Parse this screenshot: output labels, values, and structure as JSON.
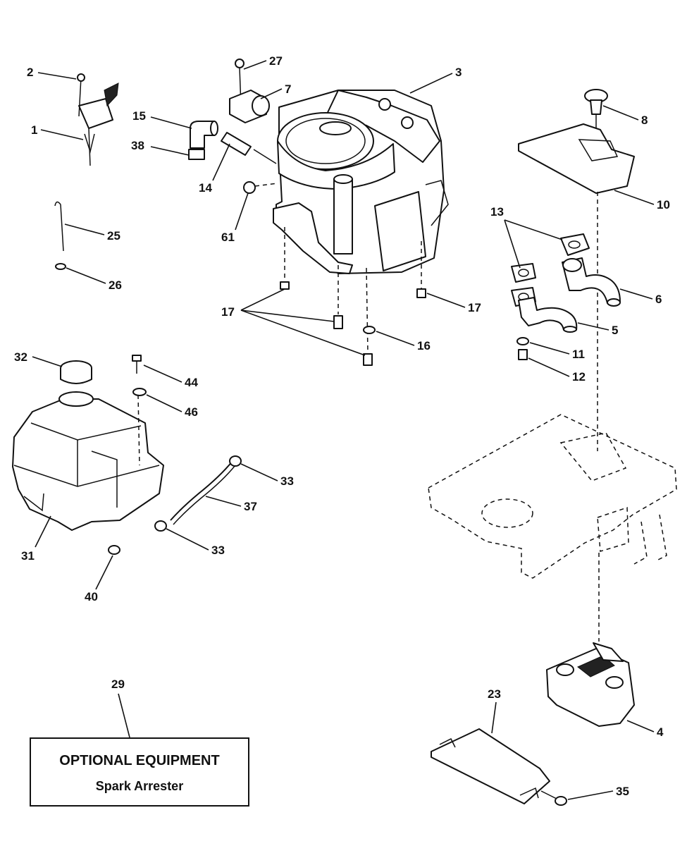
{
  "callouts": {
    "c1": "1",
    "c2": "2",
    "c3": "3",
    "c4": "4",
    "c5": "5",
    "c6": "6",
    "c7": "7",
    "c8": "8",
    "c10": "10",
    "c11": "11",
    "c12": "12",
    "c13": "13",
    "c14": "14",
    "c15": "15",
    "c16": "16",
    "c17a": "17",
    "c17b": "17",
    "c23": "23",
    "c25": "25",
    "c26": "26",
    "c27": "27",
    "c29": "29",
    "c31": "31",
    "c32": "32",
    "c33a": "33",
    "c33b": "33",
    "c35": "35",
    "c37": "37",
    "c38": "38",
    "c40": "40",
    "c44": "44",
    "c46": "46",
    "c61": "61"
  },
  "optional": {
    "title": "OPTIONAL EQUIPMENT",
    "subtitle": "Spark Arrester"
  }
}
